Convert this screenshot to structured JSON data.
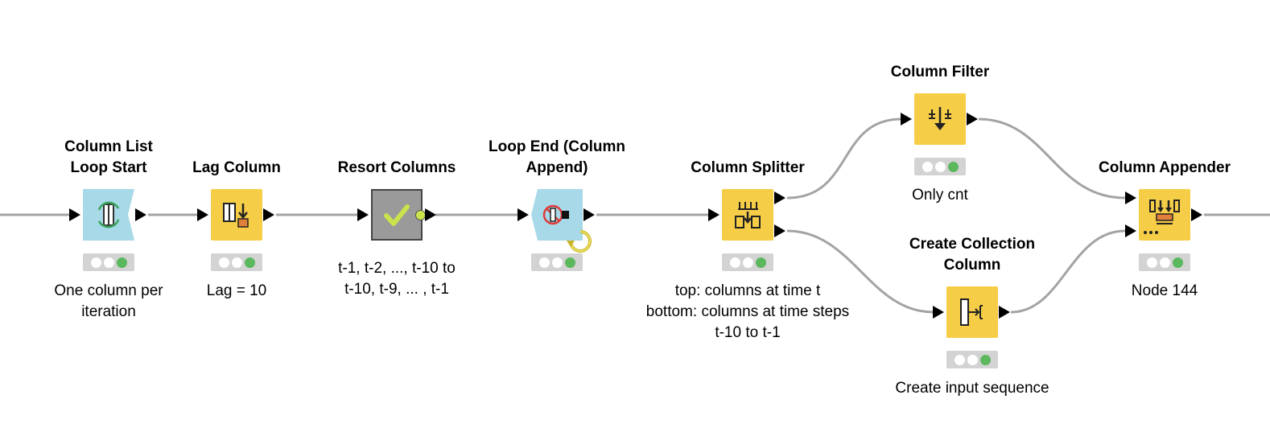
{
  "colors": {
    "wire": "#a3a3a3",
    "loop_node": "#a7d9e8",
    "manipulator_node": "#f6cd47",
    "meta_node": "#9a9a9a",
    "status_light_green": "#5cb85c"
  },
  "nodes": [
    {
      "id": "column-list-loop-start",
      "title": "Column List\nLoop Start",
      "description": "One column per\niteration",
      "icon": "loop-start-icon"
    },
    {
      "id": "lag-column",
      "title": "Lag Column",
      "description": "Lag = 10",
      "icon": "lag-column-icon"
    },
    {
      "id": "resort-columns",
      "title": "Resort Columns",
      "description": "t-1, t-2, ..., t-10 to\nt-10, t-9, ... , t-1",
      "icon": "checkmark-icon"
    },
    {
      "id": "loop-end-column-append",
      "title": "Loop End (Column\nAppend)",
      "description": "",
      "icon": "loop-end-icon"
    },
    {
      "id": "column-splitter",
      "title": "Column Splitter",
      "description": "top: columns at time t\nbottom: columns at time steps\nt-10 to t-1",
      "icon": "column-splitter-icon"
    },
    {
      "id": "column-filter",
      "title": "Column Filter",
      "description": "Only cnt",
      "icon": "column-filter-icon"
    },
    {
      "id": "create-collection-column",
      "title": "Create Collection\nColumn",
      "description": "Create input sequence",
      "icon": "create-collection-icon"
    },
    {
      "id": "column-appender",
      "title": "Column Appender",
      "description": "Node 144",
      "icon": "column-appender-icon"
    }
  ]
}
